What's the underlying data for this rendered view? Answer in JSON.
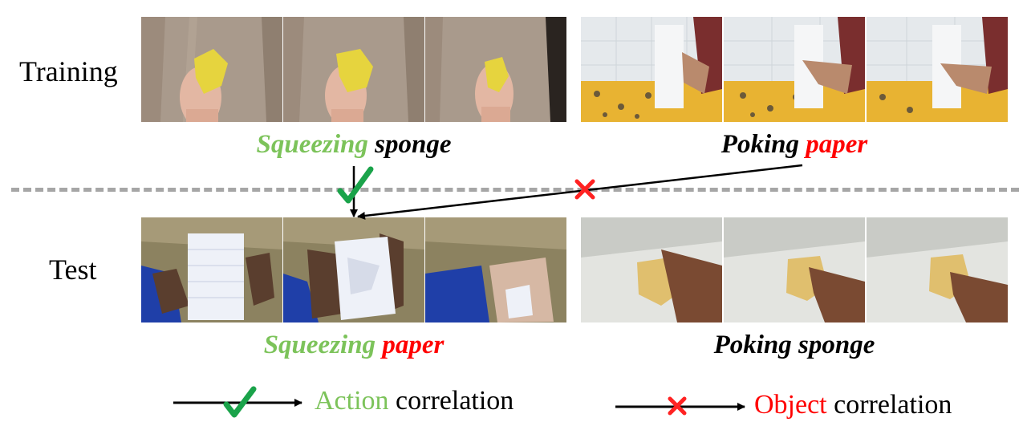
{
  "rows": {
    "training_label": "Training",
    "test_label": "Test"
  },
  "captions": {
    "train_left": {
      "verb": "Squeezing",
      "noun": "sponge"
    },
    "train_right": {
      "verb": "Poking",
      "noun": "paper"
    },
    "test_left": {
      "verb": "Squeezing",
      "noun": "paper"
    },
    "test_right": {
      "verb": "Poking",
      "noun": "sponge"
    }
  },
  "legend": {
    "action": {
      "word": "Action",
      "rest": "correlation"
    },
    "object": {
      "word": "Object",
      "rest": "correlation"
    }
  },
  "colors": {
    "action_green": "#7cc35a",
    "check_green": "#1aa34a",
    "object_red": "#ff0000",
    "divider_gray": "#a6a6a6"
  },
  "icons": {
    "match": "checkmark-icon",
    "mismatch": "cross-icon"
  }
}
